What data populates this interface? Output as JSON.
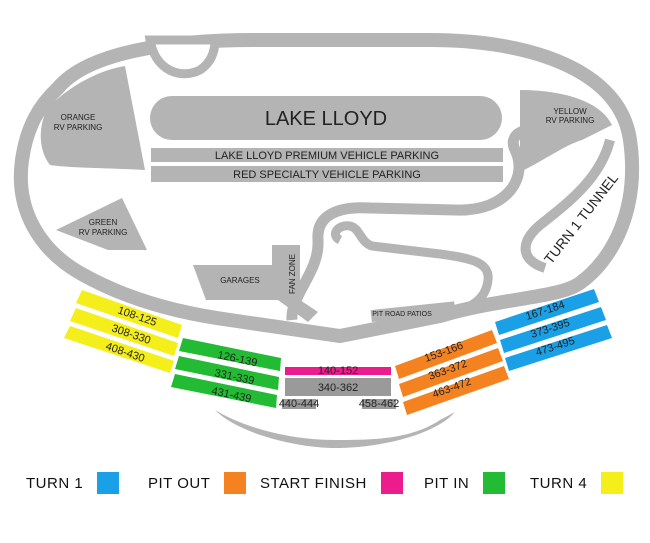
{
  "map": {
    "lake_label": "LAKE LLOYD",
    "premium_parking_label": "LAKE LLOYD PREMIUM VEHICLE PARKING",
    "red_parking_label": "RED SPECIALTY VEHICLE PARKING",
    "orange_rv_line1": "ORANGE",
    "orange_rv_line2": "RV PARKING",
    "yellow_rv_line1": "YELLOW",
    "yellow_rv_line2": "RV PARKING",
    "green_rv_line1": "GREEN",
    "green_rv_line2": "RV PARKING",
    "garages_label": "GARAGES",
    "fan_zone_label": "FAN ZONE",
    "pit_road_patios_label": "PIT ROAD PATIOS",
    "turn1_tunnel_label": "TURN 1 TUNNEL"
  },
  "sections": {
    "turn4": [
      "108-125",
      "308-330",
      "408-430"
    ],
    "pit_in": [
      "126-139",
      "331-339",
      "431-439"
    ],
    "start_finish": "140-152",
    "center": "340-362",
    "left_small": "440-444",
    "right_small": "458-462",
    "pit_out": [
      "153-166",
      "363-372",
      "463-472"
    ],
    "turn1": [
      "167-184",
      "373-395",
      "473-495"
    ]
  },
  "legend": [
    {
      "label": "TURN 1",
      "color": "#1aa0e6"
    },
    {
      "label": "PIT OUT",
      "color": "#f58220"
    },
    {
      "label": "START FINISH",
      "color": "#ec1c8c"
    },
    {
      "label": "PIT IN",
      "color": "#22bb33"
    },
    {
      "label": "TURN 4",
      "color": "#f4ee1a"
    }
  ],
  "colors": {
    "track": "#b4b4b4",
    "turn1": "#1aa0e6",
    "pit_out": "#f58220",
    "start_finish": "#ec1c8c",
    "pit_in": "#22bb33",
    "turn4": "#f4ee1a",
    "gray_section": "#9a9a9a"
  }
}
